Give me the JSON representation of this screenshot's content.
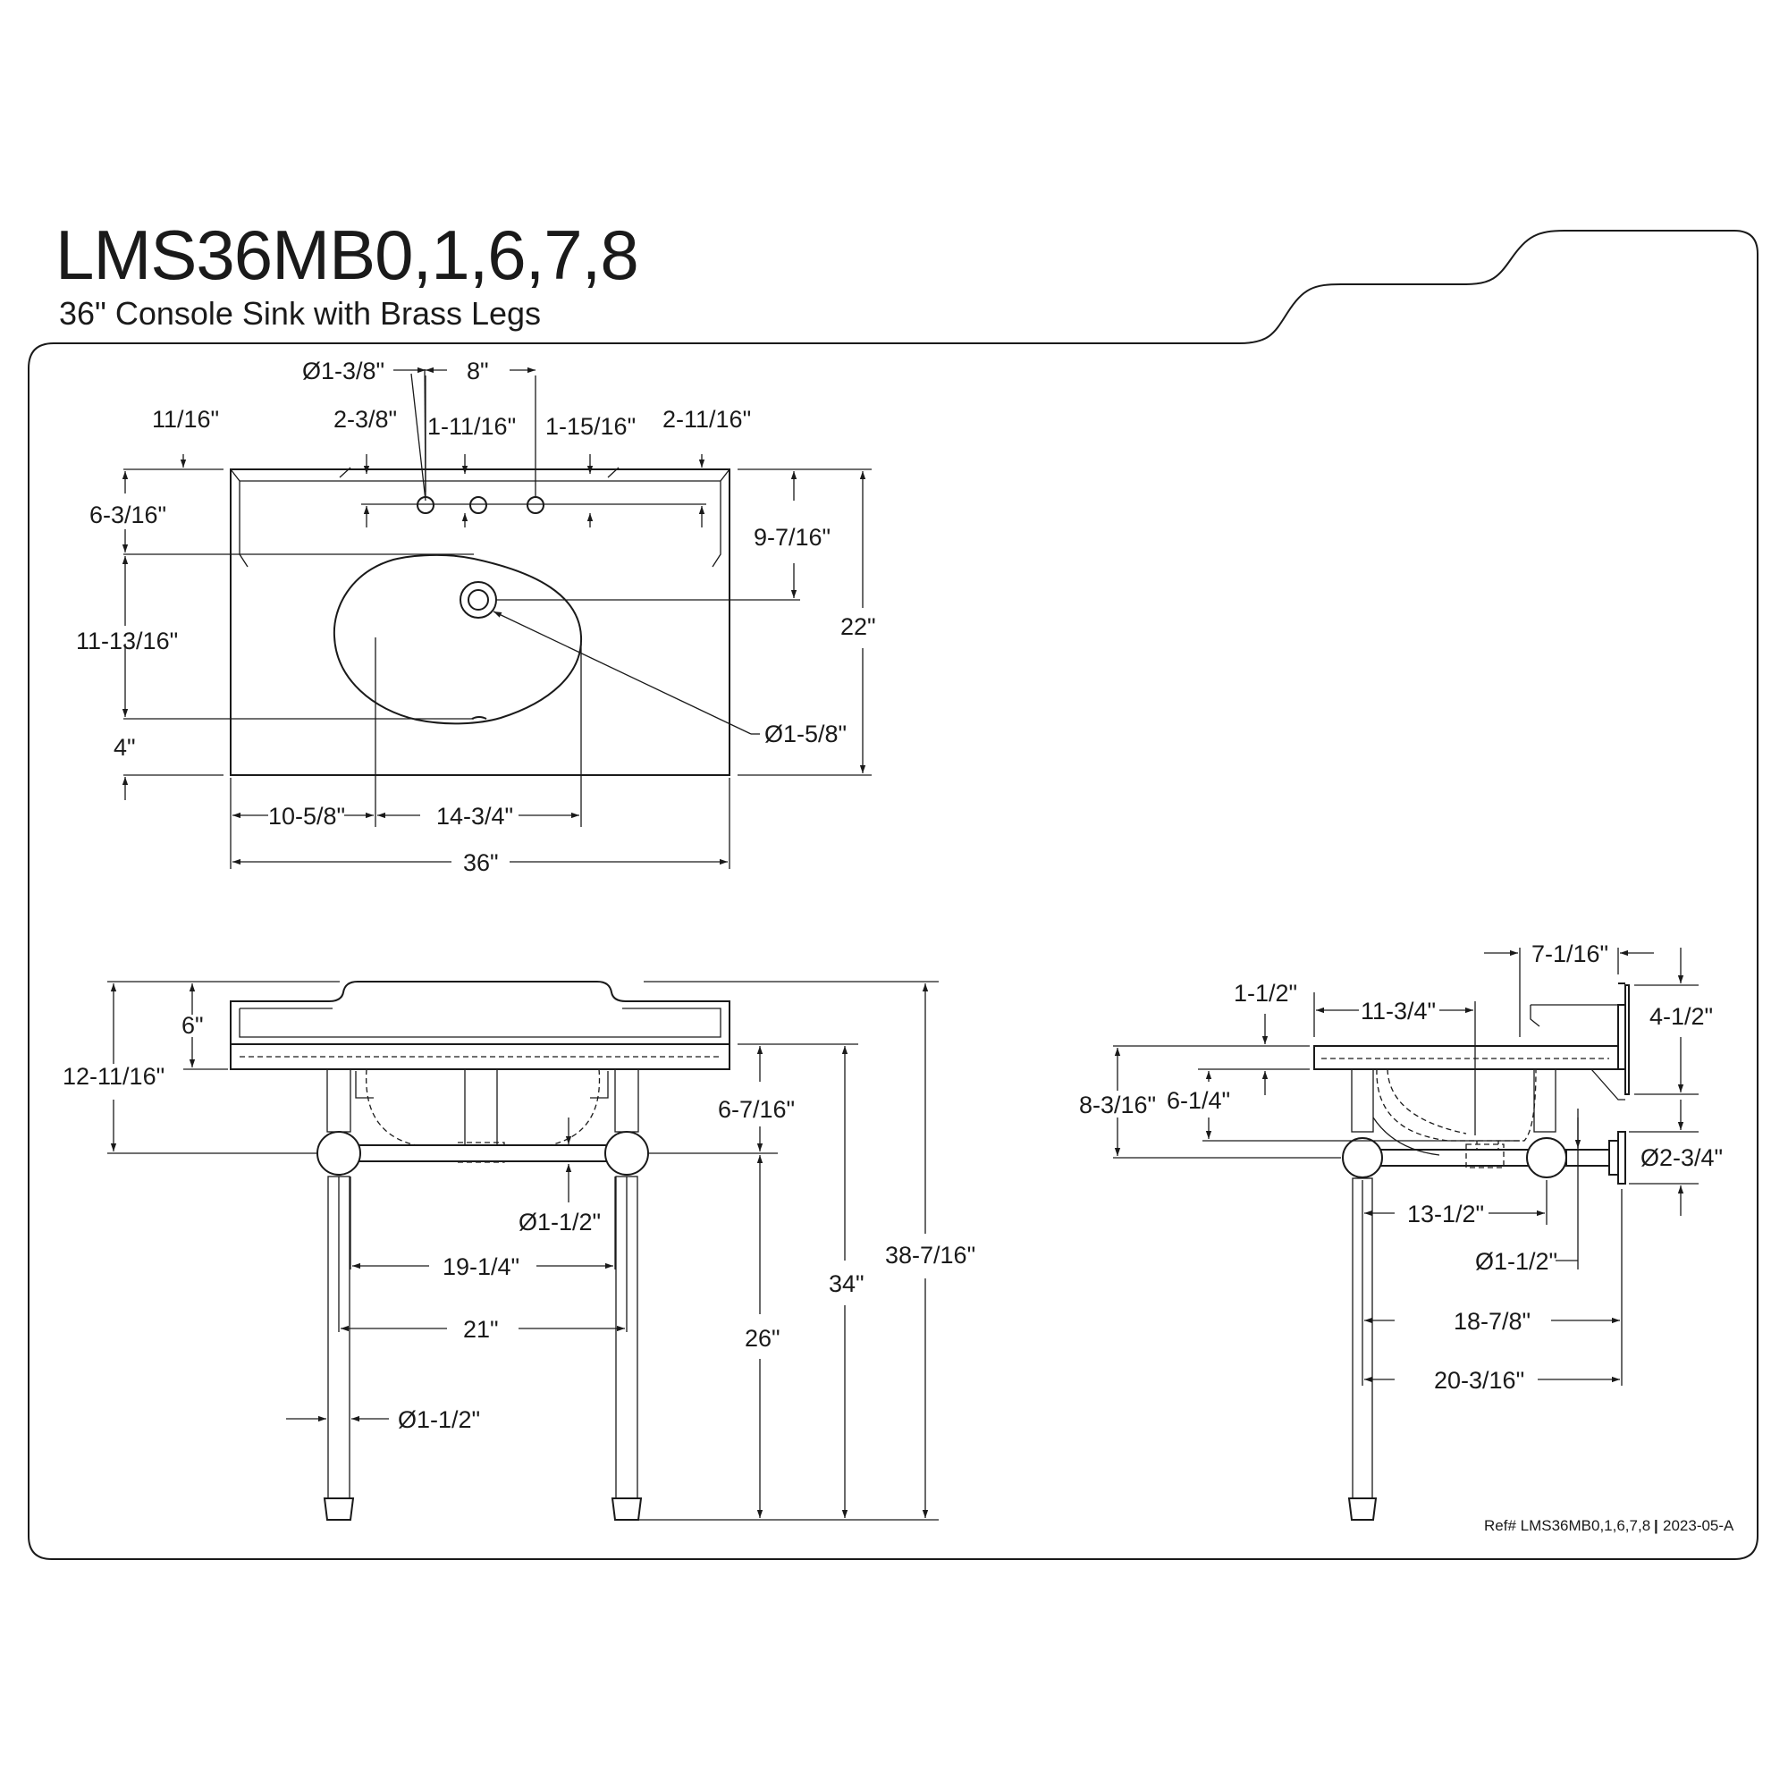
{
  "header": {
    "title": "LMS36MB0,1,6,7,8",
    "subtitle": "36\" Console Sink with Brass Legs"
  },
  "top_view": {
    "faucet_hole_dia": "Ø1-3/8\"",
    "faucet_spread": "8\"",
    "backsplash_thickness": "11/16\"",
    "left_hole_offset": "2-3/8\"",
    "hole_to_center_gap": "1-11/16\"",
    "center_to_right_gap": "1-15/16\"",
    "right_hole_to_edge": "2-11/16\"",
    "hole_depth": "6-3/16\"",
    "drain_depth": "9-7/16\"",
    "overall_depth": "22\"",
    "bowl_depth": "11-13/16\"",
    "front_margin": "4\"",
    "drain_dia": "Ø1-5/8\"",
    "bowl_left_offset": "10-5/8\"",
    "bowl_width": "14-3/4\"",
    "overall_width": "36\""
  },
  "front_view": {
    "backsplash_height": "6\"",
    "top_to_bar": "12-11/16\"",
    "apron_to_bar": "6-7/16\"",
    "bar_dia": "Ø1-1/2\"",
    "inner_leg_span": "19-1/4\"",
    "leg_span": "21\"",
    "leg_dia": "Ø1-1/2\"",
    "bar_height": "26\"",
    "counter_height": "34\"",
    "overall_height": "38-7/16\""
  },
  "side_view": {
    "backsplash_depth": "7-1/16\"",
    "backsplash_offset": "1-1/2\"",
    "bowl_reach": "11-3/4\"",
    "bracket_height": "4-1/2\"",
    "bowl_depth": "6-1/4\"",
    "top_to_bar": "8-3/16\"",
    "flange_dia": "Ø2-3/4\"",
    "bar_length": "13-1/2\"",
    "bar_dia": "Ø1-1/2\"",
    "leg_to_wall": "18-7/8\"",
    "overall_depth": "20-3/16\""
  },
  "footer": {
    "ref": "Ref# LMS36MB0,1,6,7,8",
    "separator": "|",
    "revision": "2023-05-A"
  }
}
